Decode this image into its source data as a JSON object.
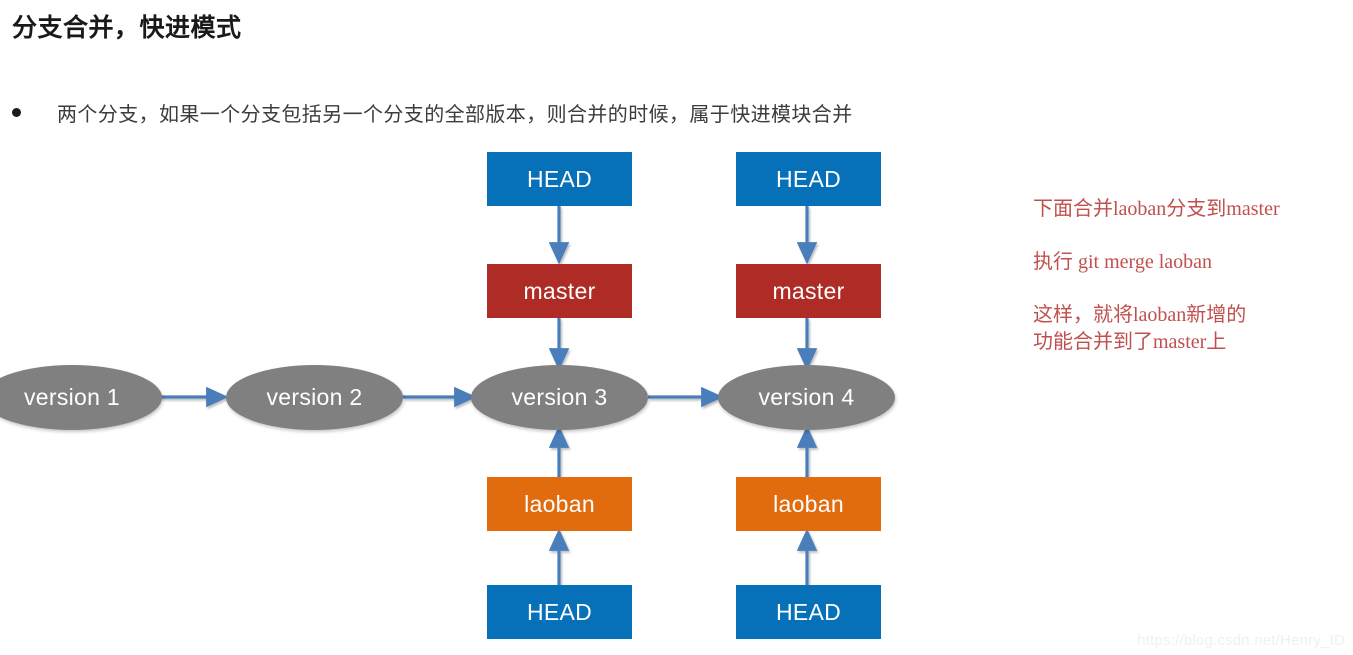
{
  "title": "分支合并，快进模式",
  "bullet": {
    "marker": "bullet-dot",
    "text": "两个分支，如果一个分支包括另一个分支的全部版本，则合并的时候，属于快进模块合并"
  },
  "diagram": {
    "nodes": {
      "head_top_left": "HEAD",
      "head_top_right": "HEAD",
      "master_left": "master",
      "master_right": "master",
      "version_1": "version 1",
      "version_2": "version 2",
      "version_3": "version 3",
      "version_4": "version 4",
      "laoban_left": "laoban",
      "laoban_right": "laoban",
      "head_bottom_left": "HEAD",
      "head_bottom_right": "HEAD"
    },
    "colors": {
      "head": "#0670B8",
      "master": "#AF2B25",
      "laoban": "#E06C0E",
      "version": "#808080",
      "arrow": "#4A7EBB"
    }
  },
  "annotation": {
    "color": "#C0504D",
    "blocks": [
      {
        "lines": [
          "下面合并laoban分支到master"
        ]
      },
      {
        "lines": [
          "执行 git merge laoban"
        ]
      },
      {
        "lines": [
          "这样，就将laoban新增的",
          "功能合并到了master上"
        ]
      }
    ]
  },
  "watermark": "https://blog.csdn.net/Henry_ID"
}
